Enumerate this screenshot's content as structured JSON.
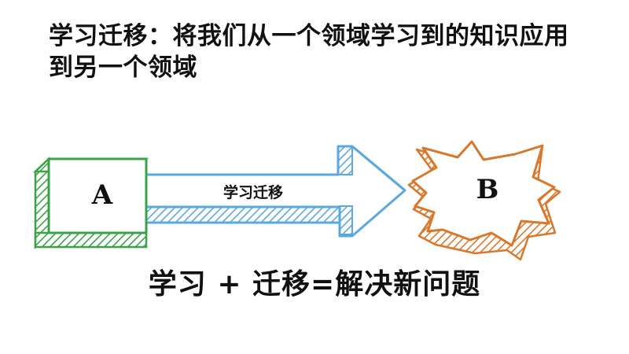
{
  "slide": {
    "title": "学习迁移：将我们从一个领域学习到的知识应用到另一个领域",
    "caption": "学习 + 迁移=解决新问题"
  },
  "diagram": {
    "source_box": {
      "label": "A",
      "color": "#3aa348"
    },
    "arrow": {
      "label": "学习迁移",
      "color": "#5aa8e0"
    },
    "target_star": {
      "label": "B",
      "color": "#d9772b"
    }
  }
}
